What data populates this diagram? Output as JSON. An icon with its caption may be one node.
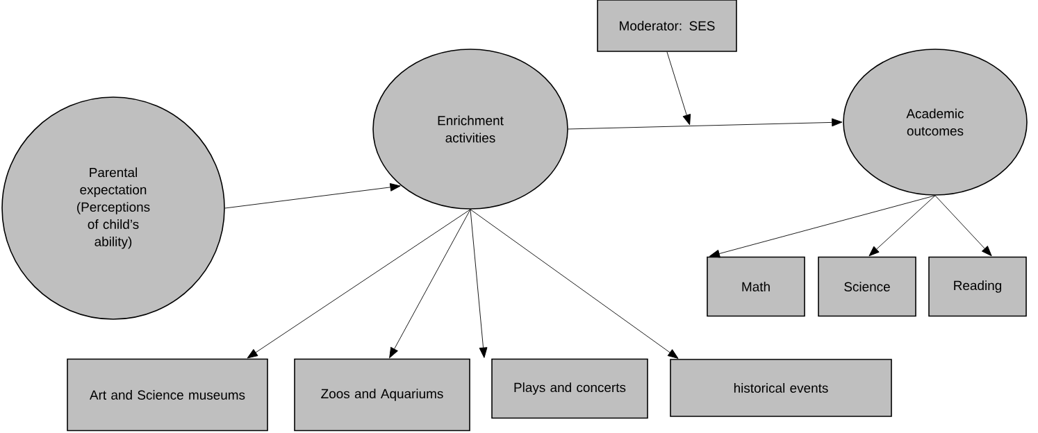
{
  "diagram": {
    "nodes": [
      {
        "text": [
          "Parental expectation (Perceptions of child’s ability)"
        ]
      },
      {
        "text": [
          "Enrichment activities"
        ]
      },
      {
        "text": [
          "Moderator: SES"
        ]
      },
      {
        "text": [
          "Academic outcomes"
        ]
      },
      {
        "text": [
          "Math"
        ]
      },
      {
        "text": [
          "Science"
        ]
      },
      {
        "text": [
          "Reading"
        ]
      },
      {
        "text": [
          "Art and Science museums"
        ]
      },
      {
        "text": [
          "Zoos and Aquariums"
        ]
      },
      {
        "text": [
          "Plays and concerts"
        ]
      },
      {
        "text": [
          "historical events"
        ]
      }
    ],
    "edges": [
      {
        "from": 0,
        "to": 1,
        "arrow": "to"
      },
      {
        "from": 1,
        "to": 3,
        "arrow": "to"
      },
      {
        "from": 2,
        "to": null,
        "arrow": "to"
      },
      {
        "from": 1,
        "to": 7,
        "arrow": "to"
      },
      {
        "from": 1,
        "to": 8,
        "arrow": "to"
      },
      {
        "from": 1,
        "to": 9,
        "arrow": "to"
      },
      {
        "from": 1,
        "to": 10,
        "arrow": "to"
      },
      {
        "from": 3,
        "to": 4,
        "arrow": "to"
      },
      {
        "from": 3,
        "to": 5,
        "arrow": "to"
      },
      {
        "from": 3,
        "to": 6,
        "arrow": "to"
      }
    ]
  }
}
